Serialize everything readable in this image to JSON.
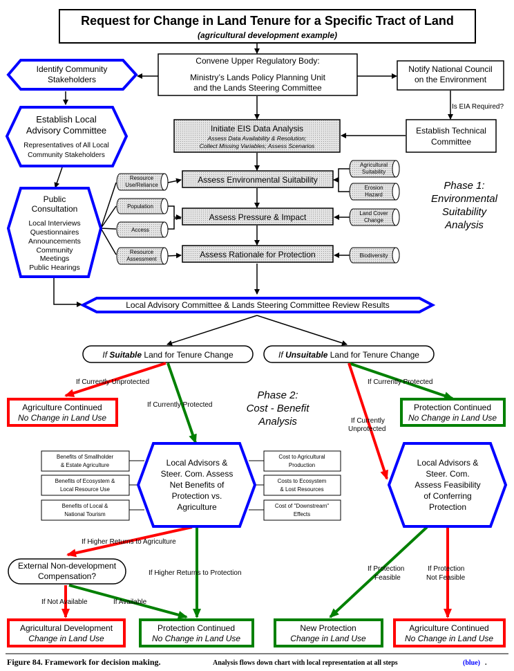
{
  "title": {
    "main": "Request for Change in Land Tenure for a Specific Tract of Land",
    "sub": "(agricultural development example)"
  },
  "nodes": {
    "convene_line1": "Convene Upper Regulatory Body:",
    "convene_line2": "Ministry’s Lands Policy Planning Unit",
    "convene_line3": "and the Lands Steering Committee",
    "identify_line1": "Identify Community",
    "identify_line2": "Stakeholders",
    "notify_line1": "Notify National Council",
    "notify_line2": "on the Environment",
    "is_eia": "Is EIA Required?",
    "establish_local_line1": "Establish Local",
    "establish_local_line2": "Advisory Committee",
    "establish_local_line3": "Representatives of All Local",
    "establish_local_line4": "Community Stakeholders",
    "eis_line1": "Initiate EIS Data Analysis",
    "eis_line2": "Assess Data Availability & Resolution;",
    "eis_line3": "Collect Missing Variables; Assess Scenarios",
    "technical_line1": "Establish Technical",
    "technical_line2": "Committee",
    "env_suitability": "Assess Environmental Suitability",
    "pressure": "Assess Pressure & Impact",
    "rationale": "Assess Rationale for Protection",
    "public_lines": [
      "Public",
      "Consultation",
      "Local Interviews",
      "Questionnaires",
      "Announcements",
      "Community",
      "Meetings",
      "Public Hearings"
    ],
    "review": "Local Advisory Committee & Lands Steering Committee Review Results",
    "suitable_pre": "If ",
    "suitable_em": "Suitable",
    "suitable_post": " Land for Tenure Change",
    "unsuitable_pre": "If ",
    "unsuitable_em": "Unsuitable",
    "unsuitable_post": "  Land for Tenure Change",
    "assess_left_lines": [
      "Local Advisors &",
      "Steer. Com. Assess",
      "Net Benefits of",
      "Protection vs.",
      "Agriculture"
    ],
    "assess_right_lines": [
      "Local Advisors &",
      "Steer. Com.",
      "Assess Feasibility",
      "of Conferring",
      "Protection"
    ],
    "external_line1": "External Non-development",
    "external_line2": "Compensation?"
  },
  "cylinders_left": [
    {
      "line1": "Resource",
      "line2": "Use/Reliance"
    },
    {
      "line1": "Population",
      "line2": ""
    },
    {
      "line1": "Access",
      "line2": ""
    },
    {
      "line1": "Resource",
      "line2": "Assessment"
    }
  ],
  "cylinders_right": [
    {
      "line1": "Agricultural",
      "line2": "Suitability"
    },
    {
      "line1": "Erosion",
      "line2": "Hazard"
    },
    {
      "line1": "Land Cover",
      "line2": "Change"
    },
    {
      "line1": "Biodiversity",
      "line2": ""
    }
  ],
  "benefits": [
    {
      "line1": "Benefits of Smallholder",
      "line2": "& Estate Agriculture"
    },
    {
      "line1": "Benefits of Ecosystem &",
      "line2": "Local Resource Use"
    },
    {
      "line1": "Benefits of Local &",
      "line2": "National Tourism"
    }
  ],
  "costs": [
    {
      "line1": "Cost to Agricultural",
      "line2": "Production"
    },
    {
      "line1": "Costs to Ecosystem",
      "line2": "& Lost Resources"
    },
    {
      "line1": "Cost of \"Downstream\"",
      "line2": "Effects"
    }
  ],
  "outcomes": {
    "agri_continued_top": {
      "line1": "Agriculture Continued",
      "line2": "No Change in Land Use"
    },
    "protection_continued_top": {
      "line1": "Protection Continued",
      "line2": "No Change in Land Use"
    },
    "agri_development": {
      "line1": "Agricultural Development",
      "line2": "Change in Land Use"
    },
    "protection_continued_bottom": {
      "line1": "Protection Continued",
      "line2": "No Change in Land Use"
    },
    "new_protection": {
      "line1": "New Protection",
      "line2": "Change in Land Use"
    },
    "agri_continued_bottom": {
      "line1": "Agriculture Continued",
      "line2": "No Change in Land Use"
    }
  },
  "edge_labels": {
    "left_unprotected": "If Currently Unprotected",
    "left_protected": "If Currently Protected",
    "right_protected": "If Currently Protected",
    "right_unprotected_1": "If Currently",
    "right_unprotected_2": "Unprotected",
    "higher_agri": "If Higher Returns to Agriculture",
    "higher_protection": "If Higher Returns to Protection",
    "not_available": "If Not Available",
    "available": "If Available",
    "feasible_1": "If Protection",
    "feasible_2": "Feasible",
    "not_feasible_1": "If Protection",
    "not_feasible_2": "Not Feasible"
  },
  "phases": {
    "phase1": [
      "Phase 1:",
      "Environmental",
      "Suitability",
      "Analysis"
    ],
    "phase2": [
      "Phase 2:",
      "Cost - Benefit",
      "Analysis"
    ]
  },
  "caption": {
    "label": "Figure 84. Framework for decision making.",
    "text": "Analysis flows down chart with local representation at all steps",
    "blue": "(blue)",
    "end": "."
  },
  "colors": {
    "blue": "#0000ff",
    "red": "#ff0000",
    "green": "#008000",
    "shade": "#d0d0d0"
  }
}
